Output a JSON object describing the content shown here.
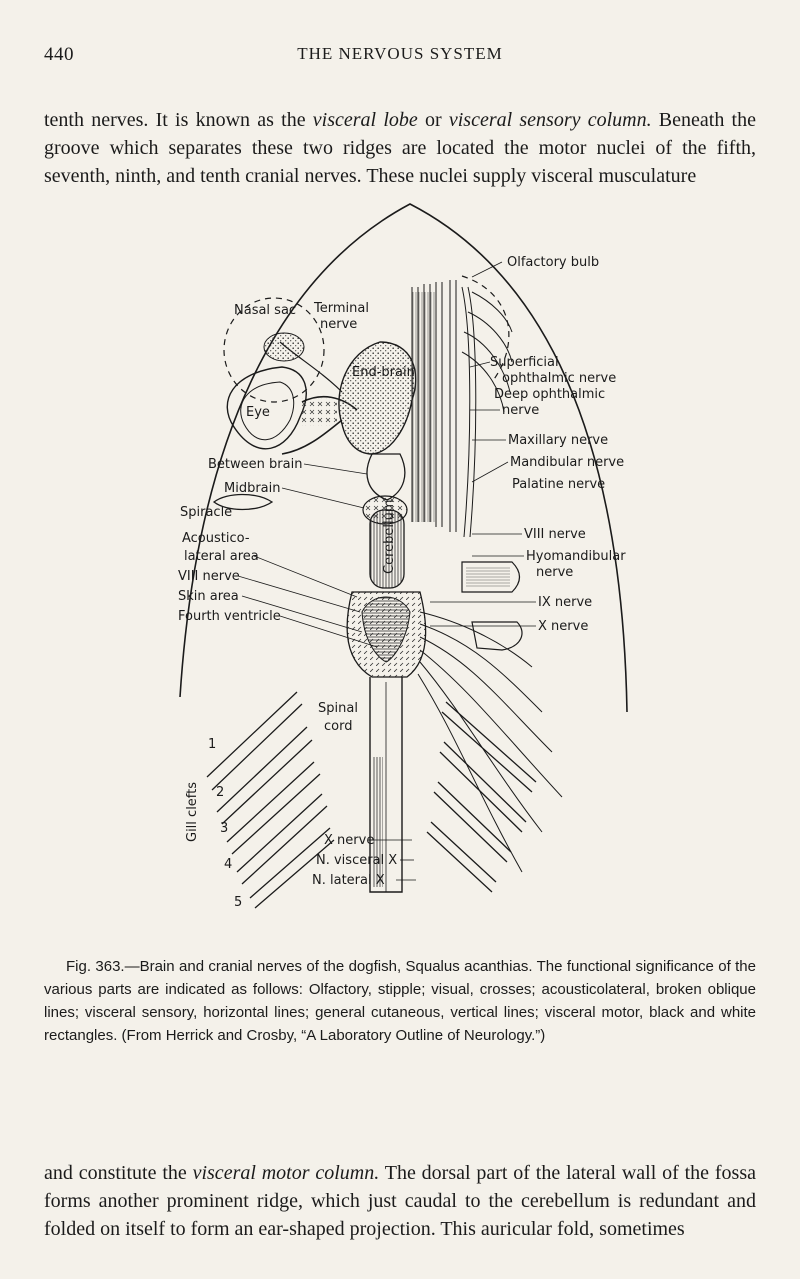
{
  "header": {
    "page_number": "440",
    "running_head": "THE NERVOUS SYSTEM"
  },
  "paragraphs": {
    "top": {
      "part1": "tenth nerves. It is known as the ",
      "em1": "visceral lobe",
      "part2": " or ",
      "em2": "visceral sensory column.",
      "part3": " Beneath the groove which separates these two ridges are located the motor nuclei of the fifth, seventh, ninth, and tenth cranial nerves. These nuclei supply visceral musculature"
    },
    "bottom": {
      "part1": "and constitute the ",
      "em1": "visceral motor column.",
      "part2": " The dorsal part of the lateral wall of the fossa forms another prominent ridge, which just caudal to the cerebellum is redundant and folded on itself to form an ear-shaped projection. This auricular fold, sometimes"
    }
  },
  "figure": {
    "labels": {
      "olfactory_bulb": "Olfactory bulb",
      "nasal_sac": "Nasal sac",
      "terminal_nerve_1": "Terminal",
      "terminal_nerve_2": "nerve",
      "end_brain": "End-brain",
      "eye": "Eye",
      "superficial_1": "Superficial",
      "superficial_2": "ophthalmic nerve",
      "deep_1": "Deep ophthalmic",
      "deep_2": "nerve",
      "maxillary": "Maxillary nerve",
      "mandibular": "Mandibular nerve",
      "palatine": "Palatine nerve",
      "viii_nerve": "VIII nerve",
      "hyomandibular_1": "Hyomandibular",
      "hyomandibular_2": "nerve",
      "ix_nerve": "IX nerve",
      "x_nerve": "X nerve",
      "between_brain": "Between brain",
      "midbrain": "Midbrain",
      "spiracle": "Spiracle",
      "acoustico_1": "Acoustico-",
      "acoustico_2": "lateral area",
      "viii_nerve_left": "VIII nerve",
      "skin_area": "Skin area",
      "fourth_ventricle": "Fourth ventricle",
      "cerebellum": "Cerebellum",
      "spinal_1": "Spinal",
      "spinal_2": "cord",
      "x_nerve_lower": "X nerve",
      "n_visceral": "N. visceral X",
      "n_lateral": "N. lateral X",
      "gill_clefts": "Gill clefts",
      "cleft_1": "1",
      "cleft_2": "2",
      "cleft_3": "3",
      "cleft_4": "4",
      "cleft_5": "5"
    }
  },
  "caption": {
    "text": "Fig. 363.—Brain and cranial nerves of the dogfish, Squalus acanthias. The functional significance of the various parts are indicated as follows: Olfactory, stipple; visual, crosses; acousticolateral, broken oblique lines; visceral sensory, horizontal lines; general cutaneous, vertical lines; visceral motor, black and white rectangles. (From Herrick and Crosby, “A Laboratory Outline of Neurology.”)"
  }
}
